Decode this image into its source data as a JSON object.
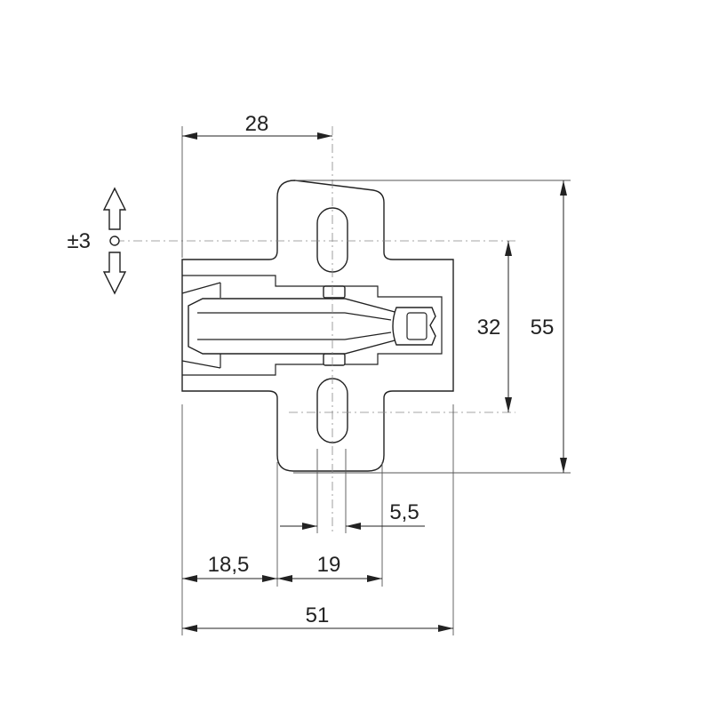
{
  "drawing": {
    "dimensions": {
      "top_width": "28",
      "adjustment": "±3",
      "hole_spacing": "32",
      "total_height": "55",
      "slot_offset": "5,5",
      "left_offset": "18,5",
      "mid_width": "19",
      "total_width": "51"
    }
  }
}
